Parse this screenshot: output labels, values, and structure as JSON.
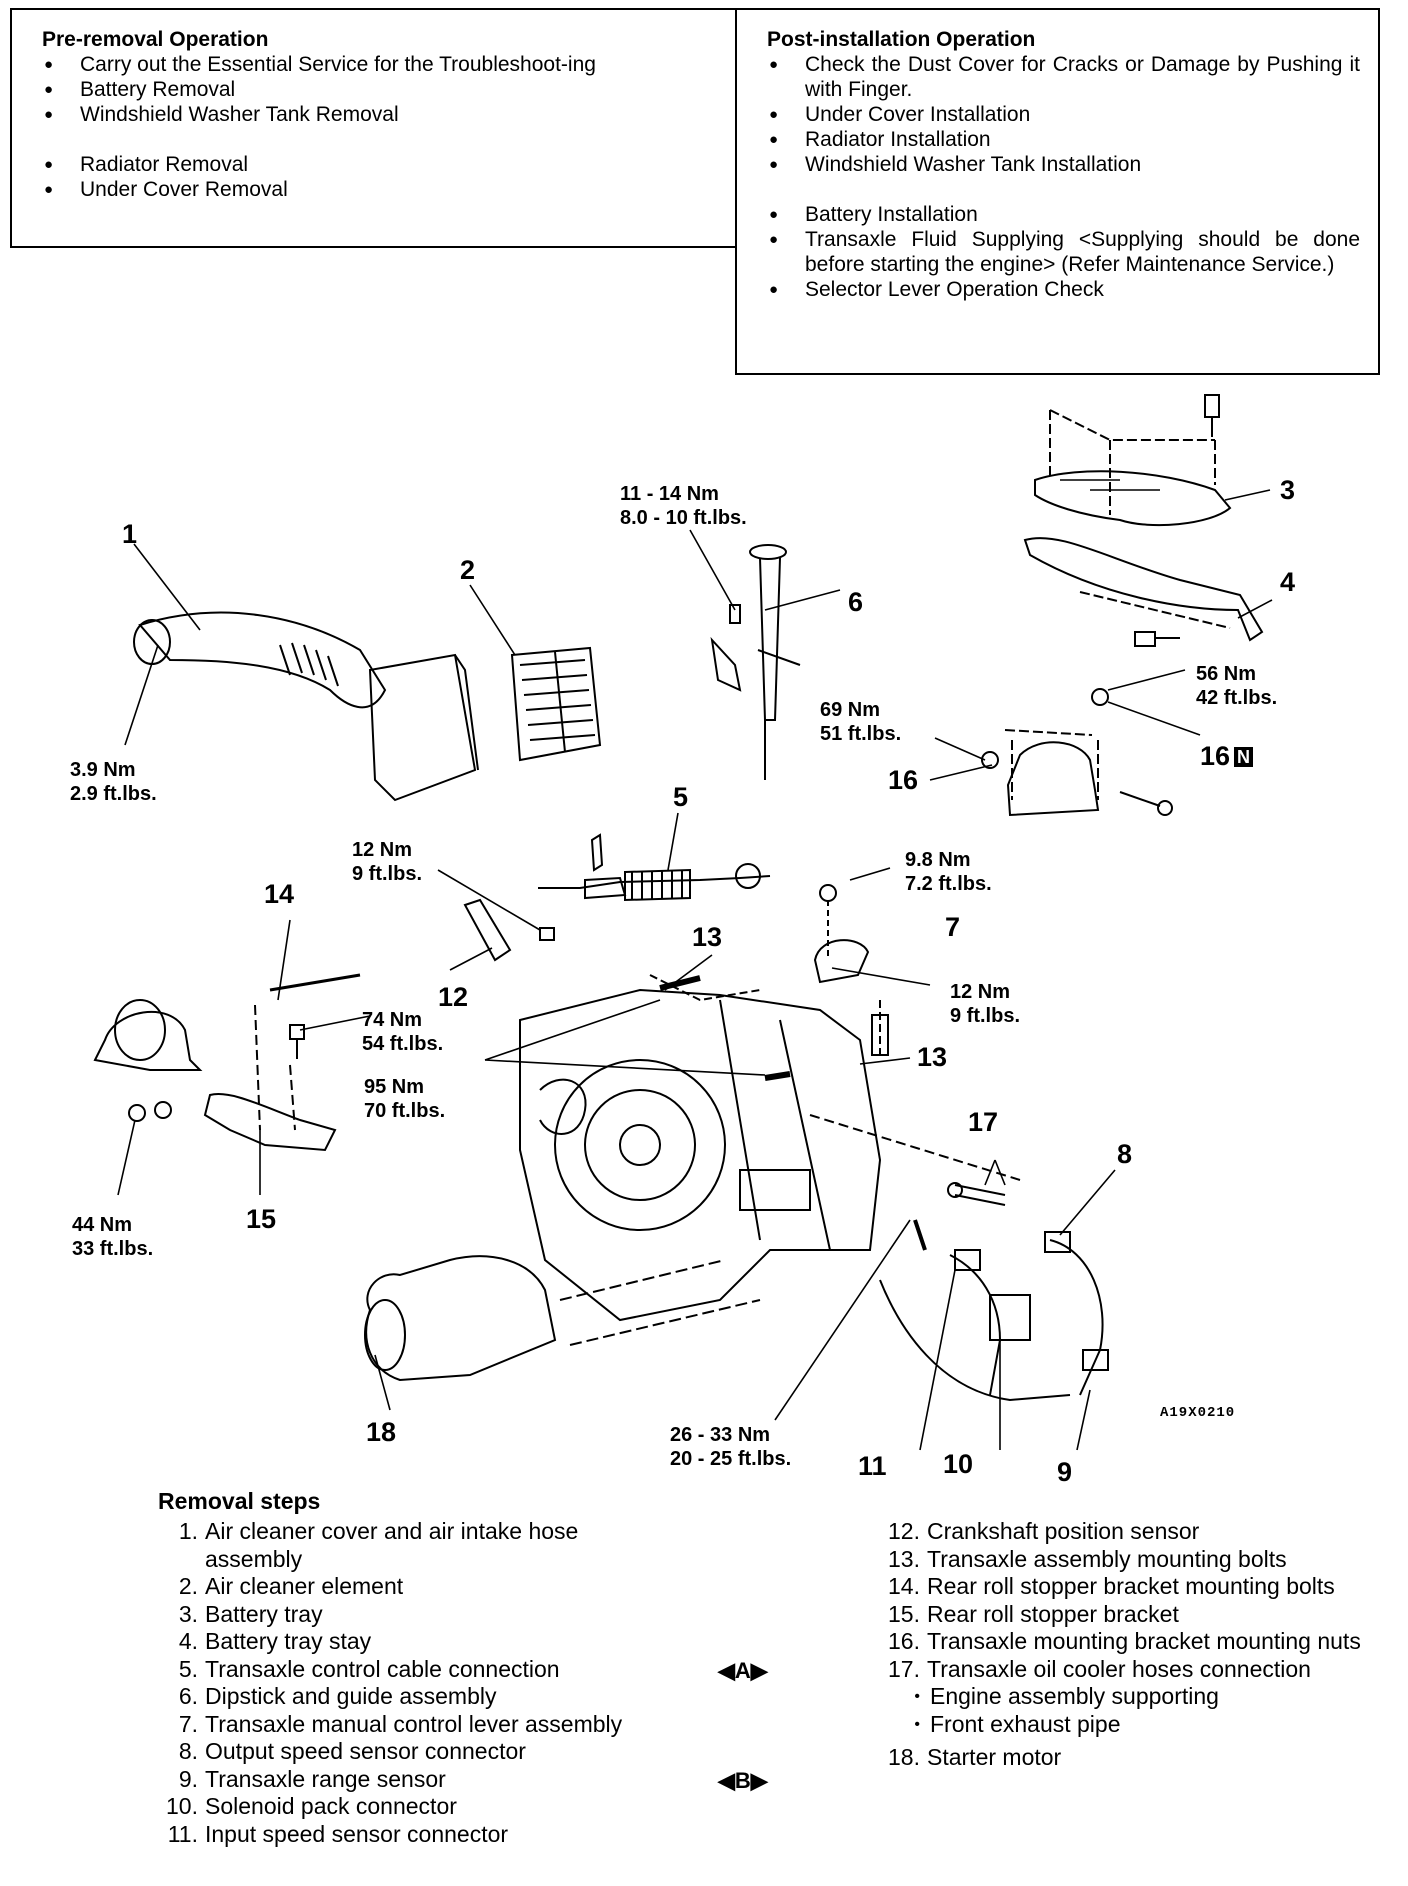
{
  "pre_removal": {
    "title": "Pre-removal Operation",
    "items": [
      "Carry out the Essential Service for the Troubleshoot-ing",
      "Battery Removal",
      "Windshield Washer Tank Removal",
      "Radiator Removal",
      "Under Cover Removal"
    ]
  },
  "post_installation": {
    "title": "Post-installation Operation",
    "items": [
      "Check the Dust Cover for Cracks or Damage by Pushing it with Finger.",
      "Under Cover Installation",
      "Radiator Installation",
      "Windshield Washer Tank Installation",
      "Battery Installation",
      "Transaxle Fluid Supplying <Supplying should be done before starting the engine> (Refer Maintenance Service.)",
      "Selector Lever Operation Check"
    ]
  },
  "diagram": {
    "figure_id": "A19X0210",
    "part_numbers": [
      "1",
      "2",
      "3",
      "4",
      "5",
      "6",
      "7",
      "8",
      "9",
      "10",
      "11",
      "12",
      "13",
      "13",
      "14",
      "15",
      "16",
      "16",
      "17",
      "18"
    ],
    "torques": [
      {
        "nm": "3.9 Nm",
        "ftlbs": "2.9 ft.lbs."
      },
      {
        "nm": "11 - 14 Nm",
        "ftlbs": "8.0 - 10 ft.lbs."
      },
      {
        "nm": "56 Nm",
        "ftlbs": "42 ft.lbs."
      },
      {
        "nm": "69 Nm",
        "ftlbs": "51 ft.lbs."
      },
      {
        "nm": "12 Nm",
        "ftlbs": "9 ft.lbs."
      },
      {
        "nm": "9.8 Nm",
        "ftlbs": "7.2 ft.lbs."
      },
      {
        "nm": "12 Nm",
        "ftlbs": "9 ft.lbs."
      },
      {
        "nm": "74 Nm",
        "ftlbs": "54 ft.lbs."
      },
      {
        "nm": "95 Nm",
        "ftlbs": "70 ft.lbs."
      },
      {
        "nm": "44 Nm",
        "ftlbs": "33 ft.lbs."
      },
      {
        "nm": "26 - 33 Nm",
        "ftlbs": "20 - 25 ft.lbs."
      }
    ],
    "new_part_badge": "N"
  },
  "removal_steps": {
    "title": "Removal steps",
    "left": [
      {
        "n": "1.",
        "text": "Air cleaner cover and air intake hose assembly"
      },
      {
        "n": "2.",
        "text": "Air cleaner element"
      },
      {
        "n": "3.",
        "text": "Battery tray"
      },
      {
        "n": "4.",
        "text": "Battery tray stay"
      },
      {
        "n": "5.",
        "text": "Transaxle control cable connection",
        "marker": "A"
      },
      {
        "n": "6.",
        "text": "Dipstick and guide assembly"
      },
      {
        "n": "7.",
        "text": "Transaxle manual control lever assembly"
      },
      {
        "n": "8.",
        "text": "Output speed sensor connector",
        "marker": "B"
      },
      {
        "n": "9.",
        "text": "Transaxle range sensor"
      },
      {
        "n": "10.",
        "text": "Solenoid pack connector"
      },
      {
        "n": "11.",
        "text": "Input speed sensor connector"
      }
    ],
    "right": [
      {
        "n": "12.",
        "text": "Crankshaft position sensor"
      },
      {
        "n": "13.",
        "text": "Transaxle assembly mounting bolts"
      },
      {
        "n": "14.",
        "text": "Rear roll stopper bracket mounting bolts"
      },
      {
        "n": "15.",
        "text": "Rear roll stopper bracket"
      },
      {
        "n": "16.",
        "text": "Transaxle mounting bracket mounting nuts",
        "marker": "A"
      },
      {
        "n": "17.",
        "text": "Transaxle oil cooler hoses connection"
      },
      {
        "n": "•",
        "text": "Engine assembly supporting",
        "marker": "B"
      },
      {
        "n": "•",
        "text": "Front exhaust pipe"
      },
      {
        "n": "18.",
        "text": "Starter motor"
      }
    ]
  }
}
